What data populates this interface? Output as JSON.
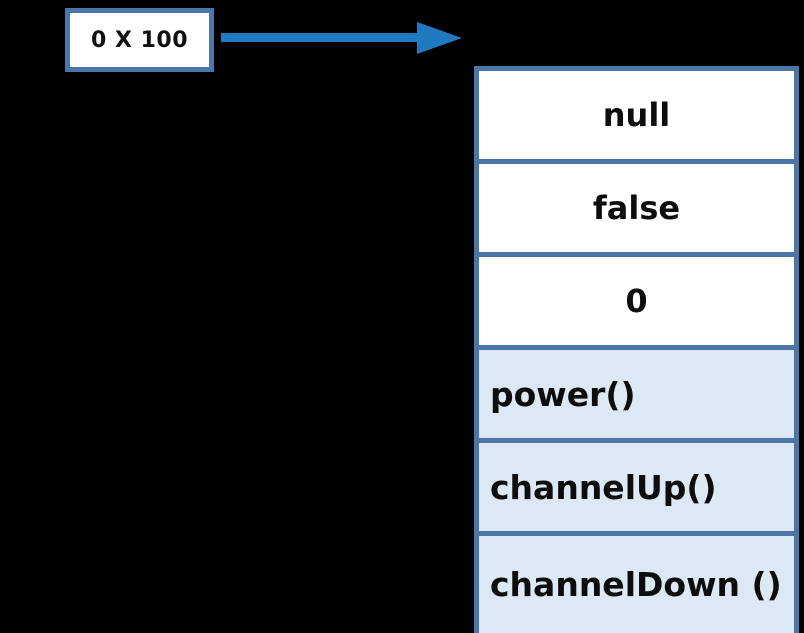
{
  "diagram": {
    "title": "object-reference-diagram",
    "background_color": "#000000",
    "border_color": "#4a77a8",
    "field_cell_color": "#ffffff",
    "method_cell_color": "#dde8f5",
    "arrow_color": "#1f7ac0",
    "text_color": "#0d0d0d"
  },
  "reference": {
    "label": "0 X 100"
  },
  "arrow": {
    "name": "points-to-arrow",
    "direction": "right"
  },
  "object": {
    "fields": [
      {
        "value": "null"
      },
      {
        "value": "false"
      },
      {
        "value": "0"
      }
    ],
    "methods": [
      {
        "value": "power()"
      },
      {
        "value": "channelUp()"
      },
      {
        "value": "channelDown ()"
      }
    ]
  }
}
